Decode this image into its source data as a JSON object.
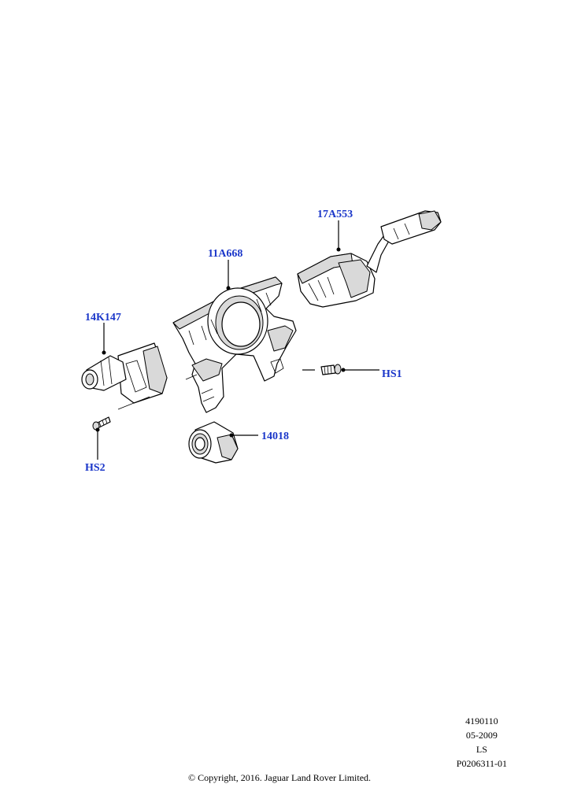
{
  "accent_color": "#1a36c9",
  "callouts": {
    "c17A553": "17A553",
    "c11A668": "11A668",
    "c14K147": "14K147",
    "cHS1": "HS1",
    "cHS2": "HS2",
    "c14018": "14018"
  },
  "meta": {
    "line1": "4190110",
    "line2": "05-2009",
    "line3": "LS",
    "line4": "P0206311-01"
  },
  "copyright": "© Copyright, 2016. Jaguar Land Rover Limited."
}
